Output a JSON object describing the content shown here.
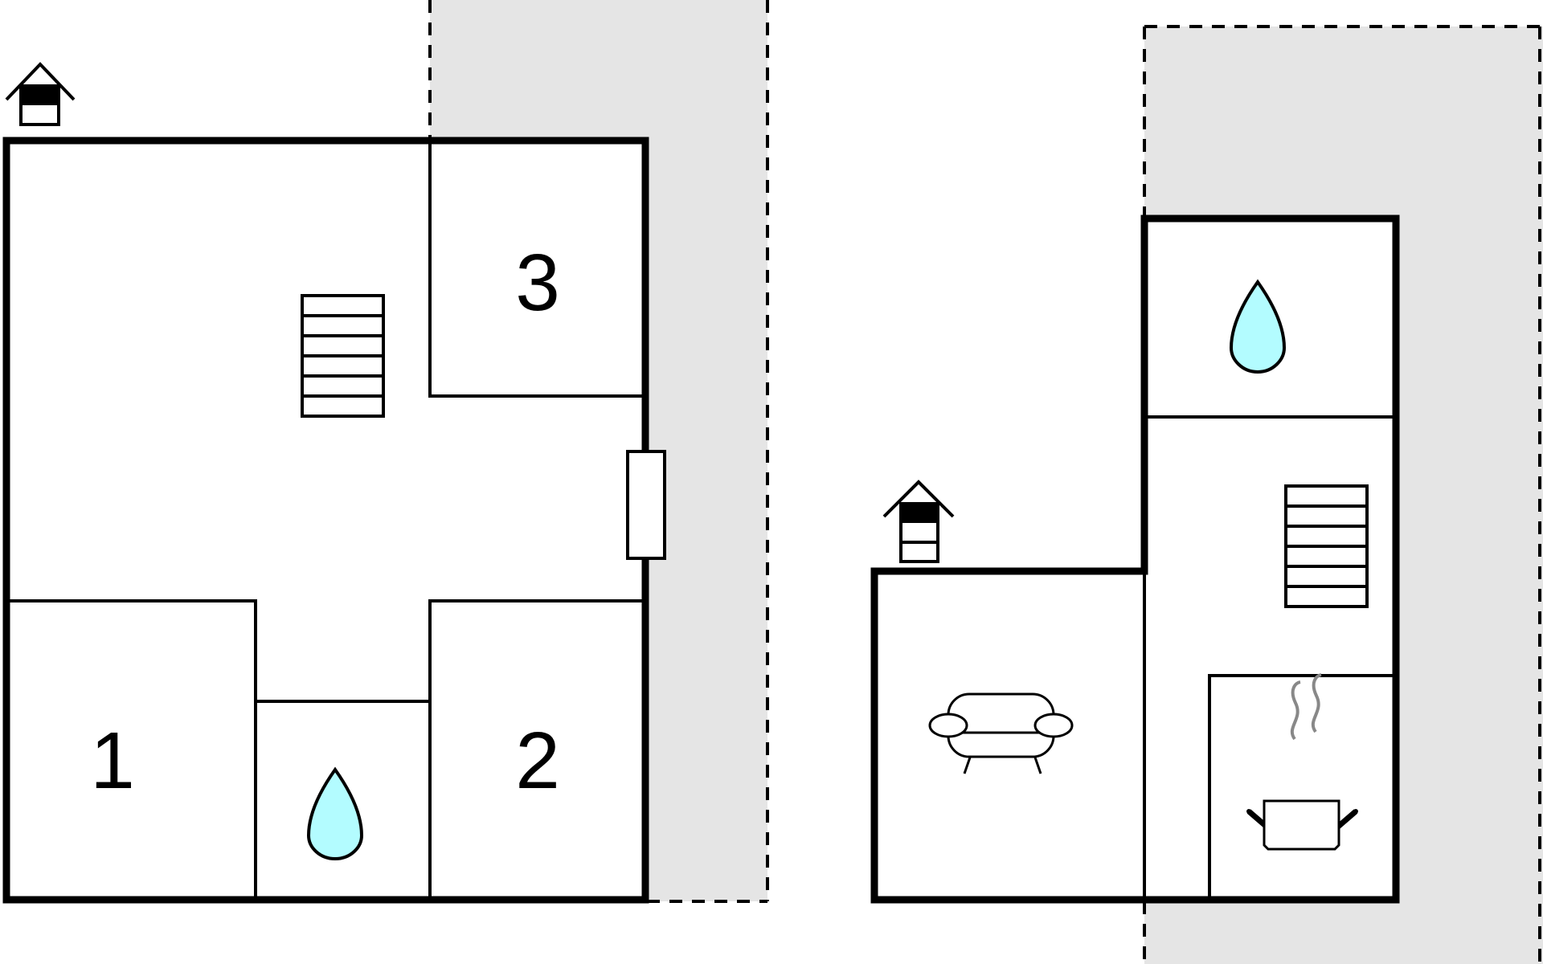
{
  "floorplans": [
    {
      "level": "lower",
      "rooms": [
        {
          "label": "3",
          "type": "bedroom"
        },
        {
          "label": "1",
          "type": "bedroom"
        },
        {
          "label": "2",
          "type": "bedroom"
        },
        {
          "label": "",
          "type": "bathroom",
          "icon": "water-drop-icon"
        },
        {
          "label": "",
          "type": "hall",
          "icon": "stairs-icon"
        }
      ],
      "icons": [
        "house-entrance-icon",
        "stairs-icon",
        "water-drop-icon",
        "door-icon"
      ]
    },
    {
      "level": "upper",
      "rooms": [
        {
          "label": "",
          "type": "bathroom",
          "icon": "water-drop-icon"
        },
        {
          "label": "",
          "type": "hall",
          "icon": "stairs-icon"
        },
        {
          "label": "",
          "type": "living-room",
          "icon": "sofa-icon"
        },
        {
          "label": "",
          "type": "kitchen",
          "icon": "cooking-pot-icon"
        }
      ],
      "icons": [
        "house-entrance-icon",
        "stairs-icon",
        "water-drop-icon",
        "sofa-icon",
        "cooking-pot-icon"
      ]
    }
  ],
  "colors": {
    "wall": "#000000",
    "terrace": "#e5e5e5",
    "water": "#b3fcff",
    "steam": "#888888"
  }
}
